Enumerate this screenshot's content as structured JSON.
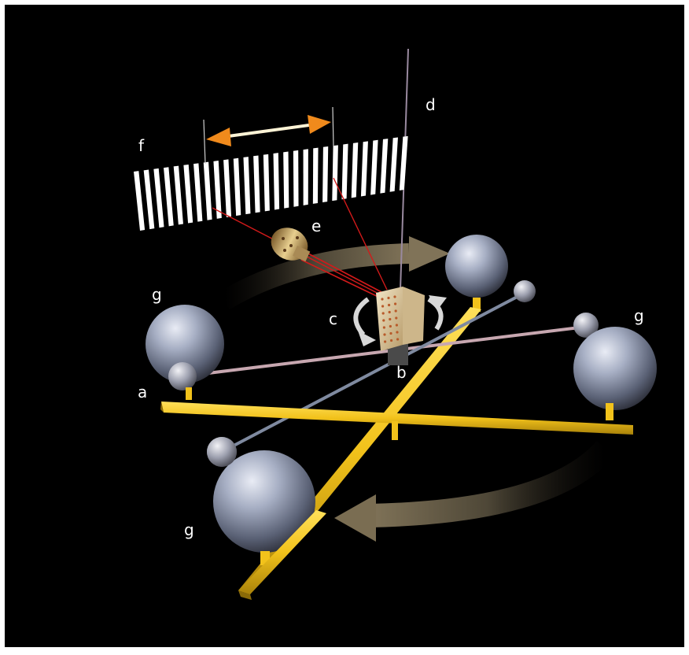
{
  "labels": {
    "a": "a",
    "b": "b",
    "c": "c",
    "d": "d",
    "e": "e",
    "f": "f",
    "g_top_left": "g",
    "g_right": "g",
    "g_bottom": "g"
  },
  "colors": {
    "background": "#000000",
    "frame": "#ffffff",
    "label_text": "#ffffff",
    "beam_yellow": "#f2c21b",
    "laser_red": "#d21a1a",
    "arrow_orange": "#f08a1c",
    "scale_stripe": "#ffffff",
    "rotation_arrow": "#6b604a"
  }
}
